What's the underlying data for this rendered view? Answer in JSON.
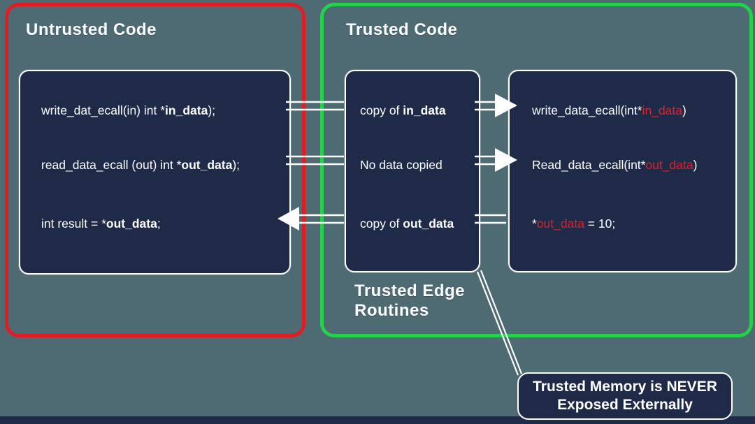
{
  "untrusted": {
    "title": "Untrusted Code",
    "lines": [
      [
        {
          "t": "write_dat_ecall(in) int *"
        },
        {
          "t": "in_data",
          "b": true
        },
        {
          "t": ");"
        }
      ],
      [
        {
          "t": "read_data_ecall (out) int *"
        },
        {
          "t": "out_data",
          "b": true
        },
        {
          "t": ");"
        }
      ],
      [
        {
          "t": "int result = *"
        },
        {
          "t": "out_data",
          "b": true
        },
        {
          "t": ";"
        }
      ]
    ]
  },
  "trusted": {
    "title": "Trusted Code",
    "edge_label": "Trusted Edge\nRoutines",
    "edge_lines": [
      [
        {
          "t": "copy of "
        },
        {
          "t": "in_data",
          "b": true
        }
      ],
      [
        {
          "t": "No data copied"
        }
      ],
      [
        {
          "t": "copy of "
        },
        {
          "t": "out_data",
          "b": true
        }
      ]
    ],
    "code_lines": [
      [
        {
          "t": "write_data_ecall(int*"
        },
        {
          "t": "in_data",
          "r": true
        },
        {
          "t": ")"
        }
      ],
      [
        {
          "t": "Read_data_ecall(int*"
        },
        {
          "t": "out_data",
          "r": true
        },
        {
          "t": ")"
        }
      ],
      [
        {
          "t": "*"
        },
        {
          "t": "out_data",
          "r": true
        },
        {
          "t": " = 10;"
        }
      ]
    ]
  },
  "callout": {
    "text": "Trusted Memory is NEVER\nExposed Externally"
  },
  "colors": {
    "background": "#4e6a73",
    "panel_navy": "#1e2a47",
    "untrusted_border_red": "#e31b23",
    "trusted_border_green": "#23d14b",
    "highlight_red_text": "#ed1c24",
    "text_white": "#ffffff"
  }
}
